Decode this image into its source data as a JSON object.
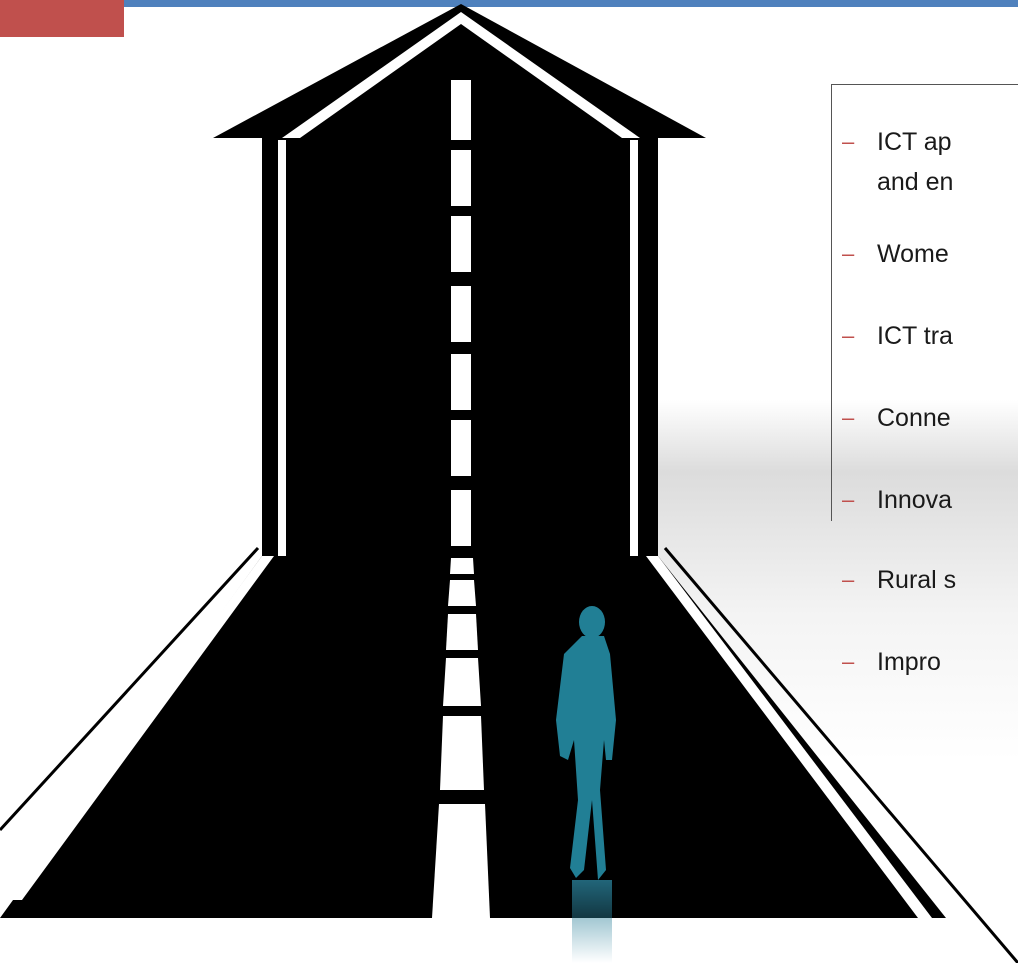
{
  "bullets": [
    {
      "dash": "–",
      "text": "ICT ap\nand en"
    },
    {
      "dash": "–",
      "text": "Wome"
    },
    {
      "dash": "–",
      "text": "ICT tra"
    },
    {
      "dash": "–",
      "text": "Conne"
    },
    {
      "dash": "–",
      "text": "Innova"
    },
    {
      "dash": "–",
      "text": "Rural s"
    },
    {
      "dash": "–",
      "text": "Impro"
    }
  ],
  "colors": {
    "top_bar": "#4f81bd",
    "corner_block": "#c0504d",
    "road": "#000000",
    "lane_marks": "#ffffff",
    "walker": "#217f95"
  },
  "icons": [
    "road-arrow-graphic",
    "walking-man-silhouette"
  ]
}
